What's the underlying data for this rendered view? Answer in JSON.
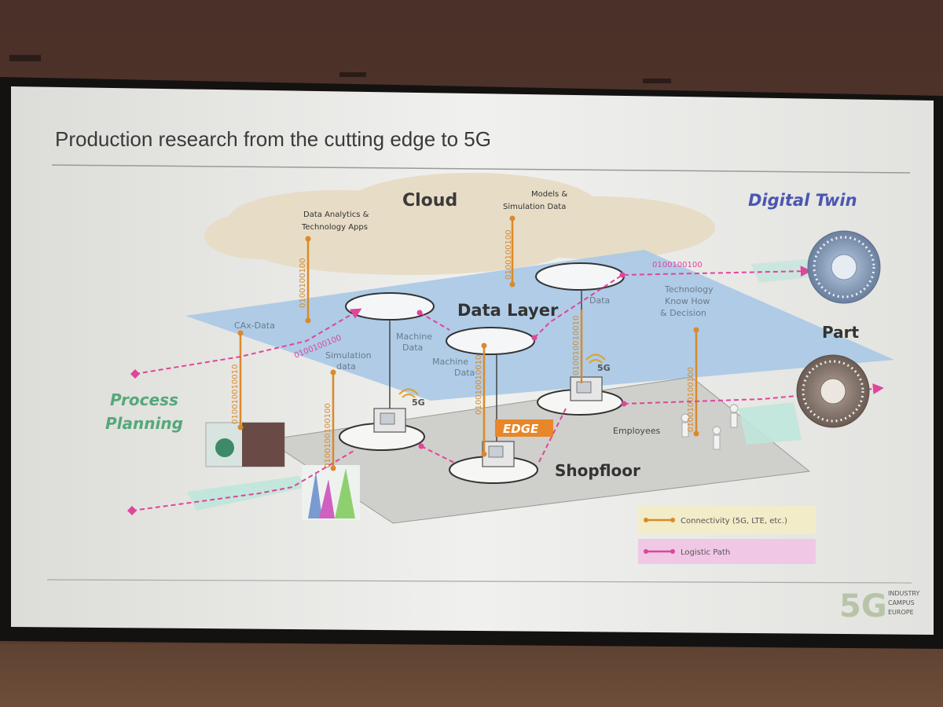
{
  "slide": {
    "title": "Production research from the cutting edge to 5G"
  },
  "diagram": {
    "cloud_label": "Cloud",
    "cloud_note_left_1": "Data Analytics &",
    "cloud_note_left_2": "Technology Apps",
    "cloud_note_right_1": "Models &",
    "cloud_note_right_2": "Simulation Data",
    "digital_twin": "Digital Twin",
    "data_layer": "Data Layer",
    "cax_data": "CAx-Data",
    "sim_data_1": "Simulation",
    "sim_data_2": "data",
    "machine_data_a_1": "Machine",
    "machine_data_a_2": "Data",
    "machine_data_b_1": "Machine",
    "machine_data_b_2": "Data",
    "data_label": "Data",
    "tech_1": "Technology",
    "tech_2": "Know How",
    "tech_3": "& Decision",
    "part": "Part",
    "process_1": "Process",
    "process_2": "Planning",
    "edge": "EDGE",
    "employees": "Employees",
    "shopfloor": "Shopfloor",
    "five_g": "5G",
    "binary": "0100100100",
    "binary_alt": "010010010010",
    "binary_alt2": "0100100100100"
  },
  "legend": {
    "connectivity": "Connectivity (5G, LTE, etc.)",
    "logistic": "Logistic Path"
  },
  "logo": {
    "mark": "5G",
    "line1": "INDUSTRY",
    "line2": "CAMPUS",
    "line3": "EUROPE"
  },
  "colors": {
    "logistic": "#e0459a",
    "connectivity": "#d98a2a",
    "data_layer": "#a9c8e6",
    "cloud": "#e7dcc6",
    "digital_twin": "#4a56b0",
    "process_planning": "#55a87a",
    "edge": "#e8862a"
  }
}
